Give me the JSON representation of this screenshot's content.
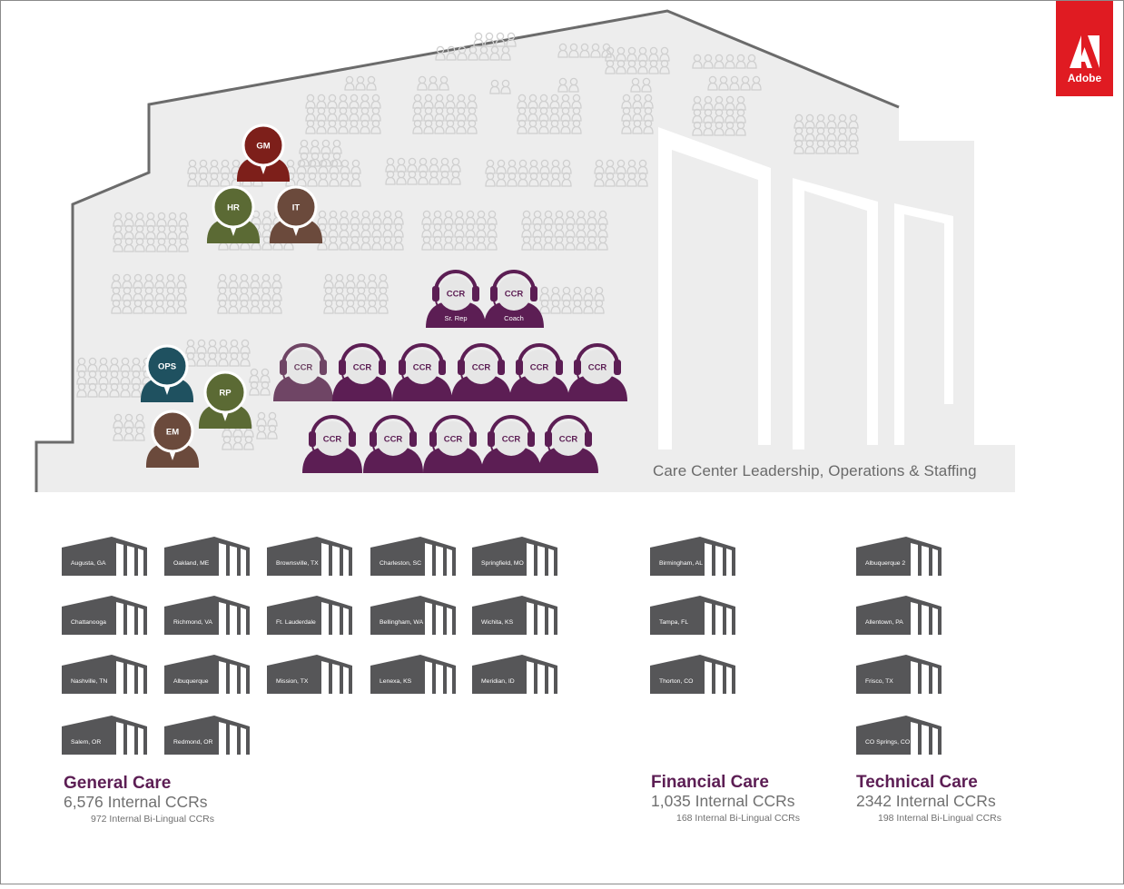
{
  "brand": {
    "name": "Adobe",
    "color": "#e01b22"
  },
  "hero": {
    "caption": "Care Center Leadership, Operations & Staffing",
    "leaders": [
      {
        "label": "GM",
        "color": "#7d1f1a"
      },
      {
        "label": "HR",
        "color": "#5b6a34"
      },
      {
        "label": "IT",
        "color": "#6b4a3c"
      },
      {
        "label": "OPS",
        "color": "#1f5160"
      },
      {
        "label": "RP",
        "color": "#5b6a34"
      },
      {
        "label": "EM",
        "color": "#6b4a3c"
      }
    ],
    "ccr": {
      "label": "CCR",
      "color": "#5c1e54",
      "light_color": "#6f4565",
      "titled": [
        {
          "title": "Sr. Rep"
        },
        {
          "title": "Coach"
        }
      ]
    }
  },
  "groups": [
    {
      "name": "General Care",
      "ccrs": "6,576 Internal CCRs",
      "bilingual": "972  Internal Bi-Lingual CCRs",
      "locations": [
        "Augusta, GA",
        "Oakland, ME",
        "Brownsville, TX",
        "Charleston, SC",
        "Springfield, MO",
        "Chattanooga",
        "Richmond, VA",
        "Ft. Lauderdale",
        "Bellingham, WA",
        "Wichita, KS",
        "Nashville, TN",
        "Albuquerque",
        "Mission, TX",
        "Lenexa, KS",
        "Meridian, ID",
        "Salem, OR",
        "Redmond, OR"
      ]
    },
    {
      "name": "Financial Care",
      "ccrs": "1,035 Internal CCRs",
      "bilingual": "168  Internal Bi-Lingual CCRs",
      "locations": [
        "Birmingham, AL",
        "Tampa, FL",
        "Thorton, CO"
      ]
    },
    {
      "name": "Technical Care",
      "ccrs": "2342 Internal CCRs",
      "bilingual": "198  Internal Bi-Lingual CCRs",
      "locations": [
        "Albuquerque 2",
        "Allentown, PA",
        "Frisco, TX",
        "CO Springs, CO"
      ]
    }
  ]
}
